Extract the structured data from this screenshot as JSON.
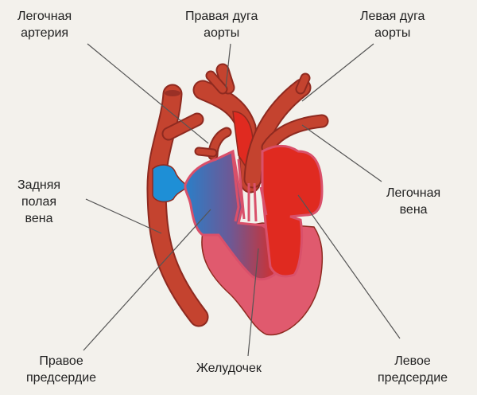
{
  "labels": {
    "pulmonary_artery": [
      "Легочная",
      "артерия"
    ],
    "right_aortic_arch": [
      "Правая дуга",
      "аорты"
    ],
    "left_aortic_arch": [
      "Левая дуга",
      "аорты"
    ],
    "pulmonary_vein": [
      "Легочная",
      "вена"
    ],
    "posterior_vena_cava": [
      "Задняя",
      "полая",
      "вена"
    ],
    "right_atrium": [
      "Правое",
      "предсердие"
    ],
    "ventricle": [
      "Желудочек"
    ],
    "left_atrium": [
      "Левое",
      "предсердие"
    ]
  },
  "colors": {
    "background": "#f3f1ec",
    "vessel": "#c4432f",
    "vessel_outline": "#8e2a20",
    "oxygenated": "#e02a20",
    "deoxygenated": "#1e8fd6",
    "ventricle_wall": "#e05a6e",
    "leader_line": "#555555"
  }
}
